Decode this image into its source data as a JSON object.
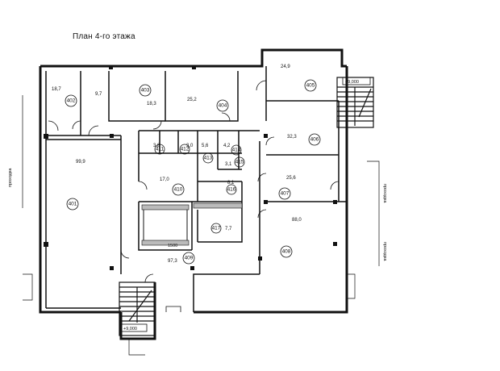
{
  "title": "План  4-го этажа",
  "rooms": [
    {
      "no": "401",
      "area": "99,9"
    },
    {
      "no": "402",
      "area": "18,7"
    },
    {
      "no": "",
      "area": "9,7"
    },
    {
      "no": "403",
      "area": "18,3"
    },
    {
      "no": "404",
      "area": "25,2"
    },
    {
      "no": "405",
      "area": "24,9"
    },
    {
      "no": "406",
      "area": "32,3"
    },
    {
      "no": "407",
      "area": "25,6"
    },
    {
      "no": "408",
      "area": "88,0"
    },
    {
      "no": "409",
      "area": "97,3"
    },
    {
      "no": "410",
      "area": "17,0"
    },
    {
      "no": "411",
      "area": "3,8"
    },
    {
      "no": "412",
      "area": "3,0"
    },
    {
      "no": "413",
      "area": "5,6"
    },
    {
      "no": "414",
      "area": "4,2"
    },
    {
      "no": "415",
      "area": "3,1"
    },
    {
      "no": "416",
      "area": "8,1"
    },
    {
      "no": "417",
      "area": "7,7"
    }
  ],
  "elevation_marks": [
    "+9,000",
    "+9,000"
  ],
  "side_label": "проходка",
  "dim_label": "1500"
}
